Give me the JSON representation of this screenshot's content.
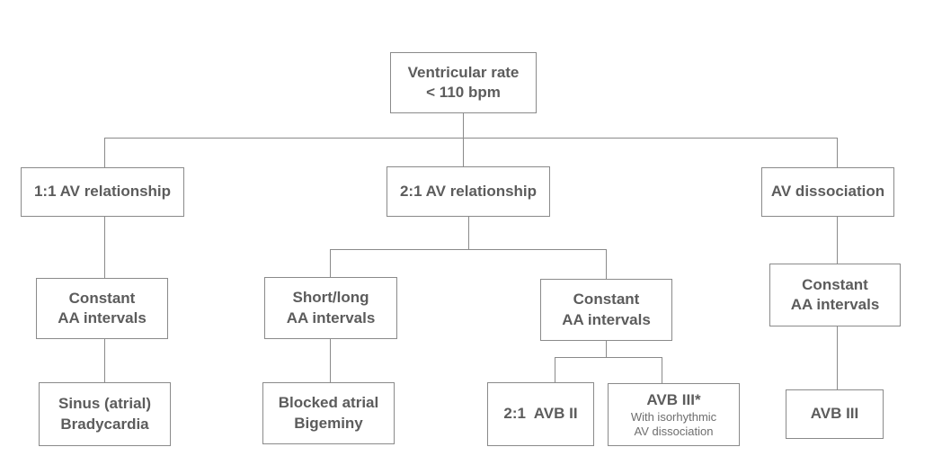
{
  "colors": {
    "background": "#ffffff",
    "box_border": "#8a8a8a",
    "connector": "#8a8a8a",
    "text": "#5c5c5c",
    "subtext": "#6e6e6e"
  },
  "nodes": {
    "root": {
      "line1": "Ventricular rate",
      "line2": "< 110 bpm"
    },
    "av_1_1": {
      "label": "1:1 AV relationship"
    },
    "av_2_1": {
      "label": "2:1 AV relationship"
    },
    "av_dissociation": {
      "label": "AV dissociation"
    },
    "constant_aa_left": {
      "line1": "Constant",
      "line2": "AA intervals"
    },
    "short_long_aa": {
      "line1": "Short/long",
      "line2": "AA intervals"
    },
    "constant_aa_mid": {
      "line1": "Constant",
      "line2": "AA intervals"
    },
    "constant_aa_right": {
      "line1": "Constant",
      "line2": "AA intervals"
    },
    "sinus_bradycardia": {
      "line1": "Sinus (atrial)",
      "line2": "Bradycardia"
    },
    "blocked_bigeminy": {
      "line1": "Blocked atrial",
      "line2": "Bigeminy"
    },
    "avb_2_1": {
      "label": "2:1  AVB II"
    },
    "avb_3_isorhythmic": {
      "title": "AVB III*",
      "sub_line1": "With isorhythmic",
      "sub_line2": "AV dissociation"
    },
    "avb_3": {
      "label": "AVB III"
    }
  }
}
